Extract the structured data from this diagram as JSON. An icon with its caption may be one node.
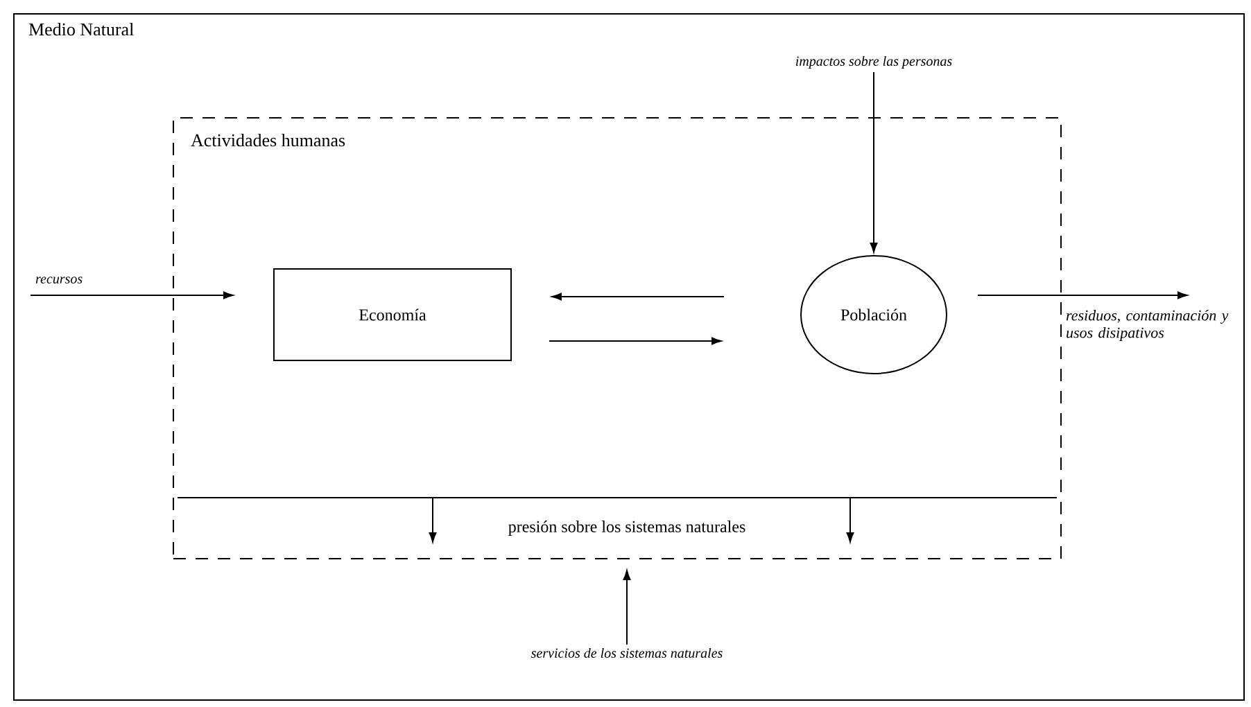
{
  "diagram": {
    "nodes": [
      {
        "text": [
          "Medio Natural"
        ]
      },
      {
        "text": [
          "Actividades humanas"
        ],
        "in": 0
      },
      {
        "text": [
          "Economía"
        ],
        "in": 1
      },
      {
        "text": [
          "Población"
        ],
        "in": 1
      },
      {
        "text": [
          "impactos sobre las personas"
        ],
        "in": 0
      },
      {
        "text": [
          "servicios de los sistemas naturales"
        ],
        "in": 0
      }
    ],
    "edges": [
      {
        "from": null,
        "to": 2,
        "arrow": "to",
        "label": "recursos"
      },
      {
        "from": 3,
        "to": 2,
        "arrow": "to"
      },
      {
        "from": 2,
        "to": 3,
        "arrow": "to"
      },
      {
        "from": 4,
        "to": 3,
        "arrow": "to"
      },
      {
        "from": 3,
        "to": null,
        "arrow": "to",
        "label": "residuos, contaminación y usos disipativos"
      },
      {
        "from": 5,
        "to": 1,
        "arrow": "to"
      }
    ],
    "labels": [
      "presión sobre los sistemas naturales"
    ]
  }
}
